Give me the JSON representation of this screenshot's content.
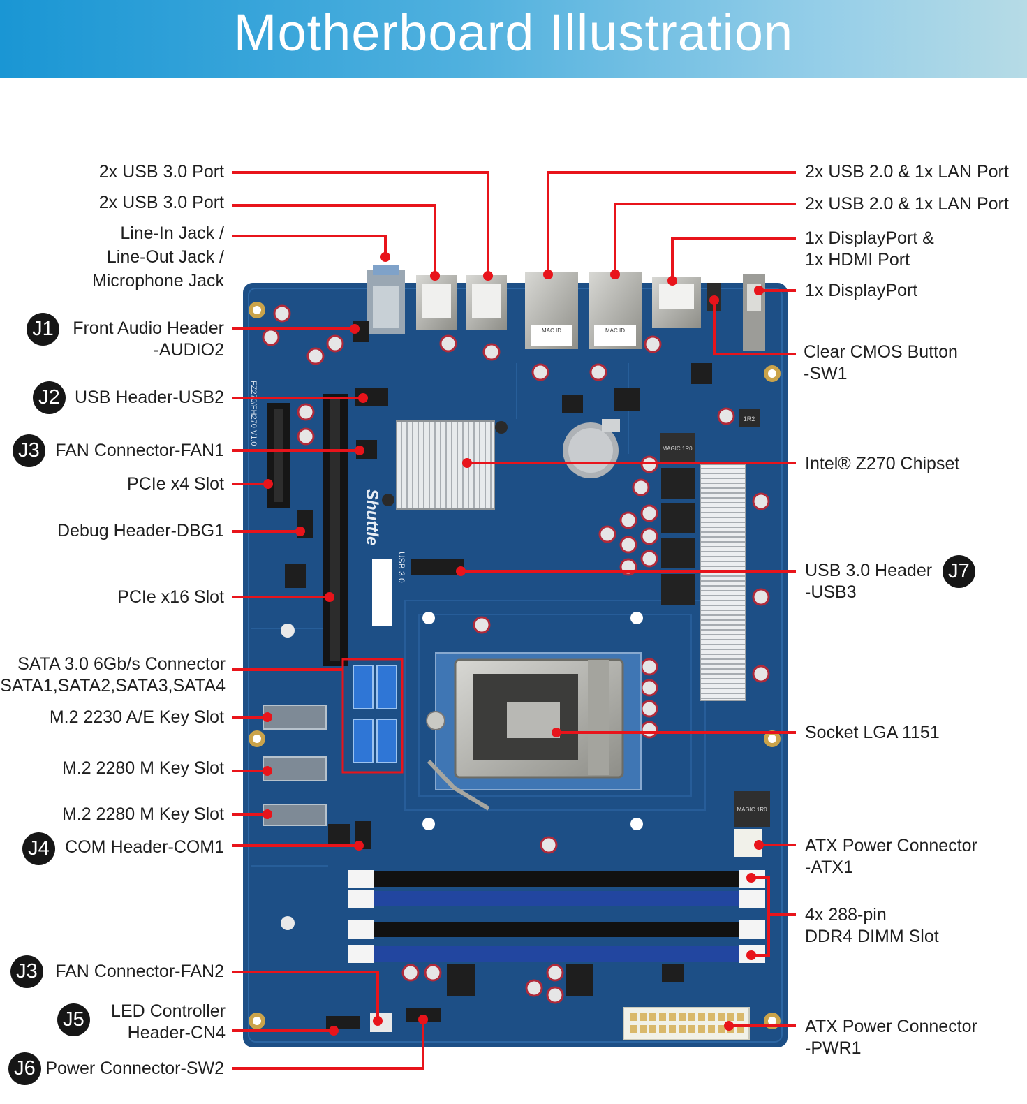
{
  "title": "Motherboard Illustration",
  "labels_left": [
    {
      "id": "usb30-a",
      "lines": [
        "2x USB 3.0 Port"
      ]
    },
    {
      "id": "usb30-b",
      "lines": [
        "2x USB 3.0 Port"
      ]
    },
    {
      "id": "audio-jacks",
      "lines": [
        "Line-In Jack /",
        "Line-Out Jack /",
        "Microphone Jack"
      ]
    },
    {
      "id": "front-audio",
      "badge": "J1",
      "lines": [
        "Front Audio Header",
        "-AUDIO2"
      ]
    },
    {
      "id": "usb-header",
      "badge": "J2",
      "lines": [
        "USB Header-USB2"
      ]
    },
    {
      "id": "fan1",
      "badge": "J3",
      "lines": [
        "FAN Connector-FAN1"
      ]
    },
    {
      "id": "pcie-x4",
      "lines": [
        "PCIe x4 Slot"
      ]
    },
    {
      "id": "debug",
      "lines": [
        "Debug Header-DBG1"
      ]
    },
    {
      "id": "pcie-x16",
      "lines": [
        "PCIe x16 Slot"
      ]
    },
    {
      "id": "sata",
      "lines": [
        "SATA 3.0 6Gb/s Connector",
        "SATA1,SATA2,SATA3,SATA4"
      ]
    },
    {
      "id": "m2-ae",
      "lines": [
        "M.2  2230 A/E Key Slot"
      ]
    },
    {
      "id": "m2-m1",
      "lines": [
        "M.2 2280 M Key Slot"
      ]
    },
    {
      "id": "m2-m2",
      "lines": [
        "M.2 2280 M Key Slot"
      ]
    },
    {
      "id": "com",
      "badge": "J4",
      "lines": [
        "COM Header-COM1"
      ]
    },
    {
      "id": "fan2",
      "badge": "J3",
      "lines": [
        "FAN Connector-FAN2"
      ]
    },
    {
      "id": "led",
      "badge": "J5",
      "lines": [
        "LED Controller",
        "Header-CN4"
      ]
    },
    {
      "id": "power-sw",
      "badge": "J6",
      "lines": [
        "Power Connector-SW2"
      ]
    }
  ],
  "labels_right": [
    {
      "id": "usb20-lan-a",
      "lines": [
        "2x USB 2.0 & 1x LAN Port"
      ]
    },
    {
      "id": "usb20-lan-b",
      "lines": [
        "2x USB 2.0 & 1x LAN Port"
      ]
    },
    {
      "id": "dp-hdmi",
      "lines": [
        "1x DisplayPort &",
        "1x HDMI Port"
      ]
    },
    {
      "id": "dp",
      "lines": [
        "1x DisplayPort"
      ]
    },
    {
      "id": "cmos",
      "lines": [
        "Clear CMOS Button",
        "-SW1"
      ]
    },
    {
      "id": "chipset",
      "lines": [
        "Intel® Z270 Chipset"
      ]
    },
    {
      "id": "usb3-header",
      "badge": "J7",
      "lines": [
        "USB 3.0 Header",
        "-USB3"
      ]
    },
    {
      "id": "socket",
      "lines": [
        "Socket LGA 1151"
      ]
    },
    {
      "id": "atx1",
      "lines": [
        "ATX Power Connector",
        "-ATX1"
      ]
    },
    {
      "id": "dimm",
      "lines": [
        "4x 288-pin",
        "DDR4 DIMM Slot"
      ]
    },
    {
      "id": "pwr1",
      "lines": [
        "ATX Power Connector",
        "-PWR1"
      ]
    }
  ],
  "board_print": {
    "brand": "Shuttle",
    "model": "FZ270/FH270 V1.0",
    "usb_silk": "USB 3.0",
    "mac_label": "MAC ID",
    "inductor_label": "MAGIC 1R0",
    "resistor_label": "1R2"
  },
  "colors": {
    "banner_start": "#1a96d4",
    "banner_end": "#b6dbe6",
    "pcb": "#1d4f86",
    "leader": "#e8141b",
    "badge": "#161616",
    "sata": "#2f76d6",
    "dimm_blue": "#2246a0"
  }
}
